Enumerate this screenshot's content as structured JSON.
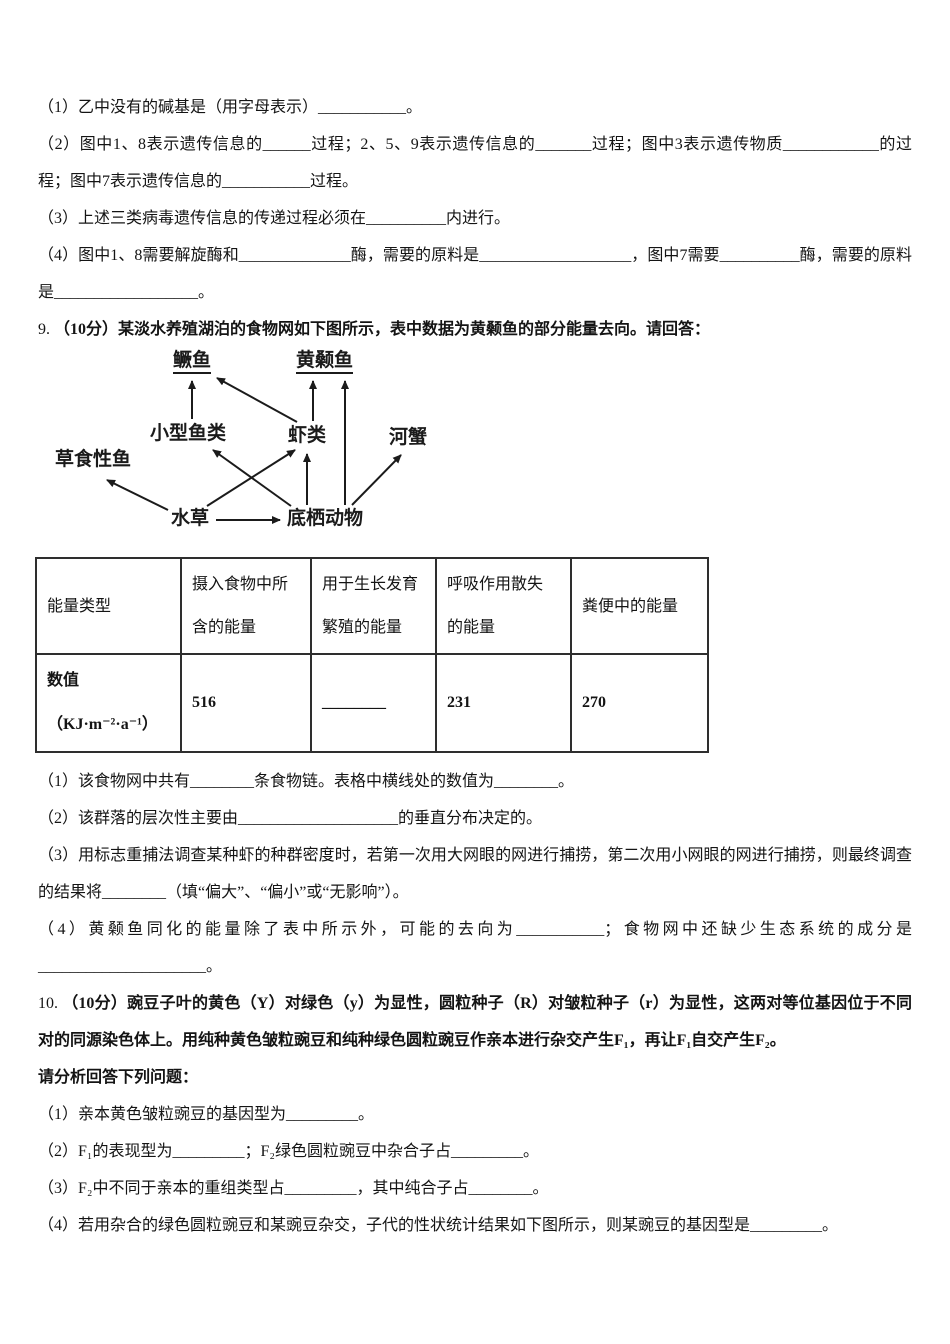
{
  "q8": {
    "items": [
      "（1）乙中没有的碱基是（用字母表示）___________。",
      "（2）图中1、8表示遗传信息的______过程；2、5、9表示遗传信息的_______过程；图中3表示遗传物质____________的过程；图中7表示遗传信息的___________过程。",
      "（3）上述三类病毒遗传信息的传递过程必须在__________内进行。",
      "（4）图中1、8需要解旋酶和______________酶，需要的原料是___________________，图中7需要__________酶，需要的原料是__________________。"
    ]
  },
  "q9": {
    "number": "9. ",
    "stem": "（10分）某淡水养殖湖泊的食物网如下图所示，表中数据为黄颡鱼的部分能量去向。请回答：",
    "food_web": {
      "nodes": [
        {
          "id": "mandarin-fish",
          "label": "鳜鱼"
        },
        {
          "id": "yellow-catfish",
          "label": "黄颡鱼"
        },
        {
          "id": "small-fish",
          "label": "小型鱼类"
        },
        {
          "id": "shrimp",
          "label": "虾类"
        },
        {
          "id": "river-crab",
          "label": "河蟹"
        },
        {
          "id": "herbivorous-fish",
          "label": "草食性鱼"
        },
        {
          "id": "waterweed",
          "label": "水草"
        },
        {
          "id": "benthic-animals",
          "label": "底栖动物"
        }
      ],
      "edges": [
        "水草→草食性鱼",
        "水草→虾类",
        "水草→底栖动物",
        "底栖动物→小型鱼类",
        "底栖动物→虾类",
        "底栖动物→黄颡鱼",
        "底栖动物→河蟹",
        "小型鱼类→鳜鱼",
        "虾类→鳜鱼",
        "虾类→黄颡鱼"
      ]
    },
    "table": {
      "headers": [
        "能量类型",
        "摄入食物中所含的能量",
        "用于生长发育繁殖的能量",
        "呼吸作用散失的能量",
        "粪便中的能量"
      ],
      "row": [
        "数值（KJ·m⁻²·a⁻¹）",
        "516",
        "________",
        "231",
        "270"
      ]
    },
    "items": [
      "（1）该食物网中共有________条食物链。表格中横线处的数值为________。",
      "（2）该群落的层次性主要由____________________的垂直分布决定的。",
      "（3）用标志重捕法调查某种虾的种群密度时，若第一次用大网眼的网进行捕捞，第二次用小网眼的网进行捕捞，则最终调查的结果将________（填“偏大”、“偏小”或“无影响”）。",
      "（4）黄颡鱼同化的能量除了表中所示外，可能的去向为___________；食物网中还缺少生态系统的成分是_____________________。"
    ]
  },
  "q10": {
    "number": "10. ",
    "stem": "（10分）豌豆子叶的黄色（Y）对绿色（y）为显性，圆粒种子（R）对皱粒种子（r）为显性，这两对等位基因位于不同对的同源染色体上。用纯种黄色皱粒豌豆和纯种绿色圆粒豌豆作亲本进行杂交产生F₁，再让F₁自交产生F₂。",
    "prompt": "请分析回答下列问题：",
    "items": [
      "（1）亲本黄色皱粒豌豆的基因型为_________。",
      "（2）F₁的表现型为_________；F₂绿色圆粒豌豆中杂合子占_________。",
      "（3）F₂中不同于亲本的重组类型占_________，其中纯合子占________。",
      "（4）若用杂合的绿色圆粒豌豆和某豌豆杂交，子代的性状统计结果如下图所示，则某豌豆的基因型是_________。"
    ]
  }
}
